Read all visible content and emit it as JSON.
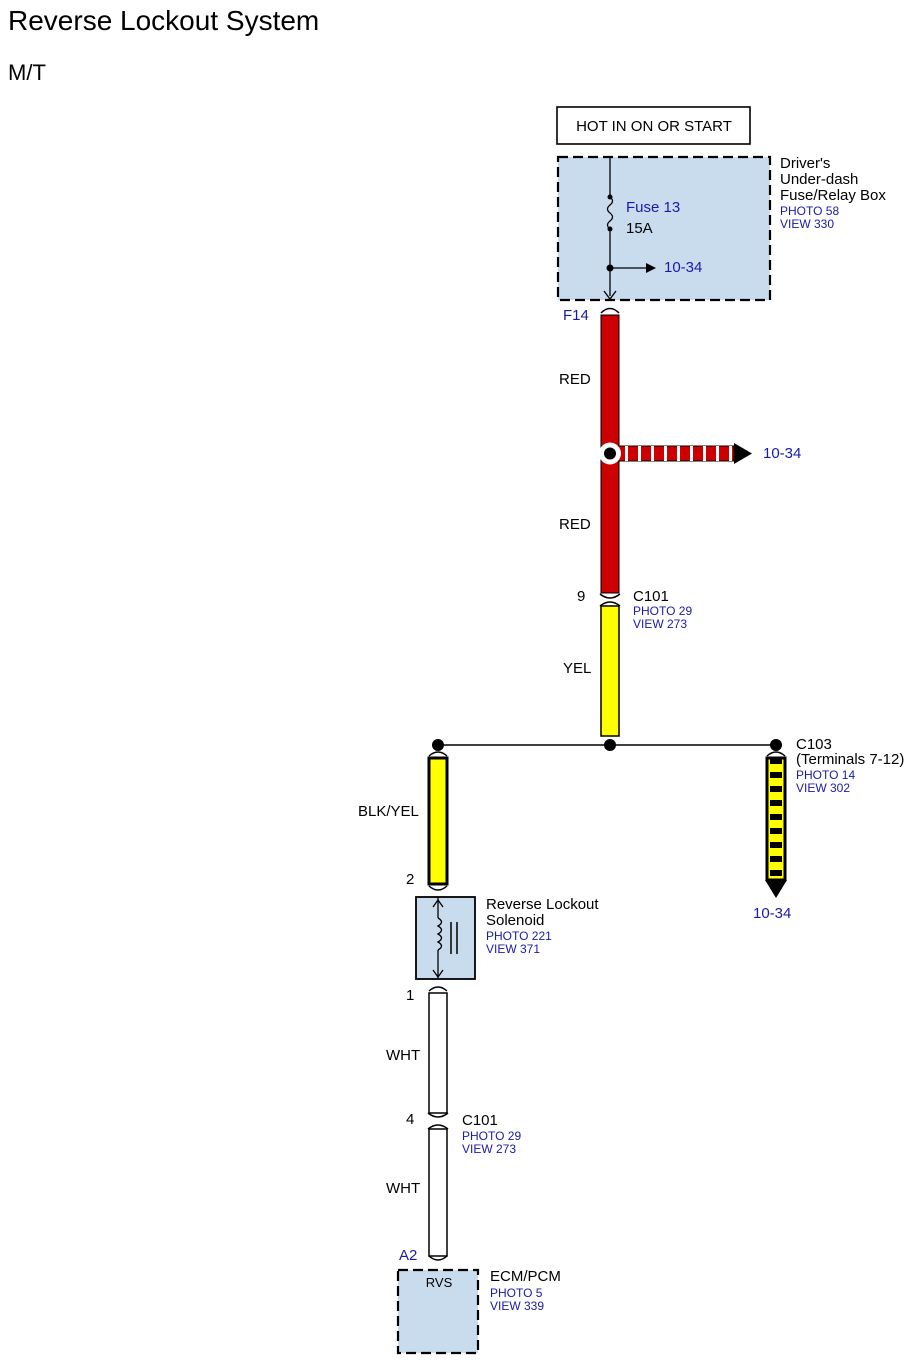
{
  "page": {
    "title": "Reverse Lockout System",
    "subtitle": "M/T"
  },
  "colors": {
    "component_fill": "#c9dcee",
    "wire_red": "#cc0000",
    "wire_yellow": "#ffff00",
    "wire_white": "#ffffff",
    "link_blue": "#1a1aa8"
  },
  "power": {
    "label": "HOT IN ON OR START"
  },
  "fuse_box": {
    "name_line1": "Driver's",
    "name_line2": "Under-dash",
    "name_line3": "Fuse/Relay Box",
    "photo": "PHOTO 58",
    "view": "VIEW 330",
    "fuse_name": "Fuse 13",
    "fuse_rating": "15A",
    "internal_ref": "10-34",
    "terminal": "F14"
  },
  "wires": {
    "red_upper": "RED",
    "red_lower": "RED",
    "red_branch_ref": "10-34",
    "yel": "YEL",
    "blk_yel": "BLK/YEL",
    "wht_upper": "WHT",
    "wht_lower": "WHT"
  },
  "c101_upper": {
    "pin": "9",
    "name": "C101",
    "photo": "PHOTO 29",
    "view": "VIEW 273"
  },
  "c103": {
    "name": "C103",
    "terminals": "(Terminals 7-12)",
    "photo": "PHOTO 14",
    "view": "VIEW 302",
    "ref": "10-34"
  },
  "solenoid": {
    "pin_top": "2",
    "pin_bottom": "1",
    "name_line1": "Reverse Lockout",
    "name_line2": "Solenoid",
    "photo": "PHOTO 221",
    "view": "VIEW 371"
  },
  "c101_lower": {
    "pin": "4",
    "name": "C101",
    "photo": "PHOTO 29",
    "view": "VIEW 273"
  },
  "ecm": {
    "terminal": "A2",
    "pin_label": "RVS",
    "name": "ECM/PCM",
    "photo": "PHOTO 5",
    "view": "VIEW 339"
  }
}
